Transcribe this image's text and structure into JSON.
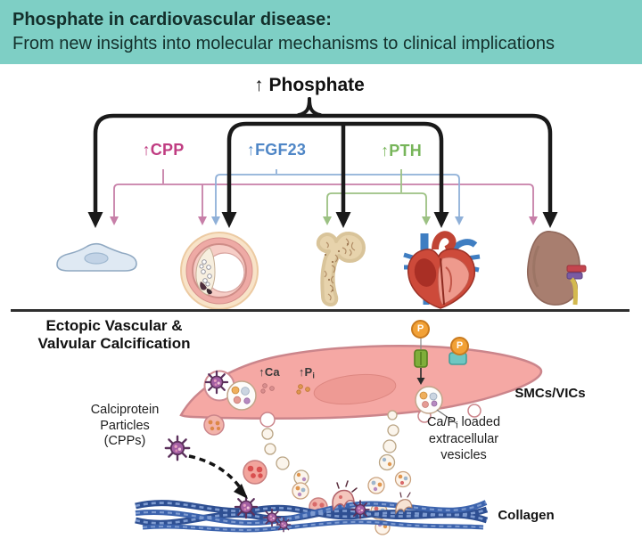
{
  "header": {
    "title_bold": "Phosphate in cardiovascular disease:",
    "title_rest": "From new insights into molecular mechanisms to clinical implications",
    "bg_color": "#7ECFC5"
  },
  "pathway": {
    "root_label": "↑ Phosphate",
    "mediators": [
      {
        "label": "↑CPP",
        "color": "#C03D82"
      },
      {
        "label": "↑FGF23",
        "color": "#4F86C6"
      },
      {
        "label": "↑PTH",
        "color": "#77B55A"
      }
    ],
    "target_icons": [
      "endothelial-cell-icon",
      "blood-vessel-cross-section-icon",
      "bone-icon",
      "heart-icon",
      "kidney-icon"
    ]
  },
  "bottom": {
    "section_title": "Ectopic Vascular &\nValvular Calcification",
    "cpp_label": "Calciprotein\nParticles\n(CPPs)",
    "smc_label": "SMCs/VICs",
    "ca_label": "↑Ca",
    "pi_label_pre": "↑P",
    "pi_label_sub": "i",
    "vesicle_label_pre": "Ca/P",
    "vesicle_label_sub": "i",
    "vesicle_label_post": " loaded\nextracellular\nvesicles",
    "collagen_label": "Collagen",
    "p_ion": "P"
  },
  "colors": {
    "header_bg": "#7ECFC5",
    "arrow_black": "#1A1A1A",
    "cpp_line": "#C77FA8",
    "fgf23_line": "#8FB0D8",
    "pth_line": "#9CC183",
    "smc_cell_fill": "#F5A8A4",
    "p_ion_bg": "#F2A136",
    "collagen_blue": "#2E4F92",
    "cpp_particle_purple": "#A35FA3"
  }
}
